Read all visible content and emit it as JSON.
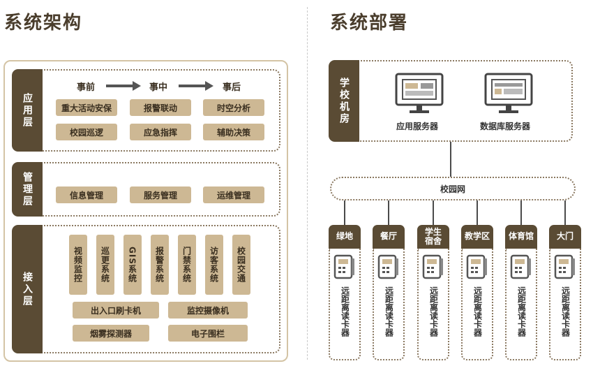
{
  "architecture": {
    "title": "系统架构",
    "app_layer": {
      "label": "应用层",
      "phases": [
        "事前",
        "事中",
        "事后"
      ],
      "items": [
        "重大活动安保",
        "报警联动",
        "时空分析",
        "校园巡逻",
        "应急指挥",
        "辅助决策"
      ]
    },
    "mgmt_layer": {
      "label": "管理层",
      "items": [
        "信息管理",
        "服务管理",
        "运维管理"
      ]
    },
    "access_layer": {
      "label": "接入层",
      "systems": [
        "视频监控",
        "巡更系统",
        "GIS系统",
        "报警系统",
        "门禁系统",
        "访客系统",
        "校园交通"
      ],
      "devices": [
        "出入口刷卡机",
        "监控摄像机",
        "烟雾探测器",
        "电子围栏"
      ]
    }
  },
  "deployment": {
    "title": "系统部署",
    "room_label": "学校机房",
    "servers": [
      "应用服务器",
      "数据库服务器"
    ],
    "network": "校园网",
    "sites": [
      "绿地",
      "餐厅",
      "学生宿舍",
      "教学区",
      "体育馆",
      "大门"
    ],
    "reader": "远距离读卡器"
  }
}
